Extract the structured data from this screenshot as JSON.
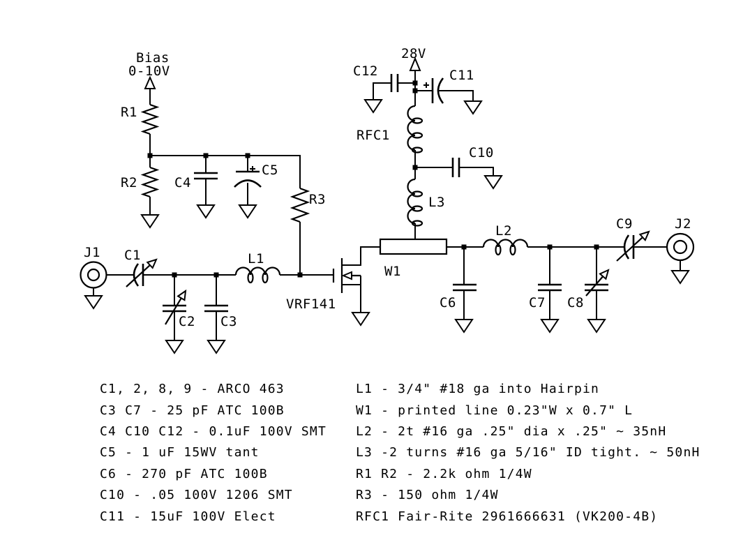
{
  "schematic": {
    "power": {
      "bias_line1": "Bias",
      "bias_line2": "0-10V",
      "supply": "28V"
    },
    "components": {
      "j1": "J1",
      "c1": "C1",
      "c2": "C2",
      "c3": "C3",
      "l1": "L1",
      "r1": "R1",
      "r2": "R2",
      "r3": "R3",
      "c4": "C4",
      "c5": "C5",
      "vrf141": "VRF141",
      "w1": "W1",
      "rfc1": "RFC1",
      "l3": "L3",
      "c10": "C10",
      "c11": "C11",
      "c12": "C12",
      "c6": "C6",
      "l2": "L2",
      "c7": "C7",
      "c8": "C8",
      "c9": "C9",
      "j2": "J2"
    }
  },
  "parts_list": {
    "left": [
      "C1, 2, 8, 9 - ARCO 463",
      "C3 C7 - 25 pF ATC 100B",
      "C4 C10 C12 - 0.1uF 100V SMT",
      "C5 - 1 uF 15WV tant",
      "C6 - 270 pF ATC 100B",
      "C10 - .05 100V 1206 SMT",
      "C11 - 15uF 100V Elect"
    ],
    "right": [
      "L1 - 3/4\" #18 ga into Hairpin",
      "W1 - printed line 0.23\"W x 0.7\" L",
      "L2 - 2t #16 ga .25\" dia x .25\" ~ 35nH",
      "L3 -2 turns #16 ga 5/16\" ID tight. ~ 50nH",
      "R1 R2 - 2.2k ohm 1/4W",
      "R3 - 150 ohm 1/4W",
      "RFC1 Fair-Rite 2961666631 (VK200-4B)"
    ]
  },
  "colors": {
    "ink": "#000000",
    "background": "#ffffff"
  }
}
